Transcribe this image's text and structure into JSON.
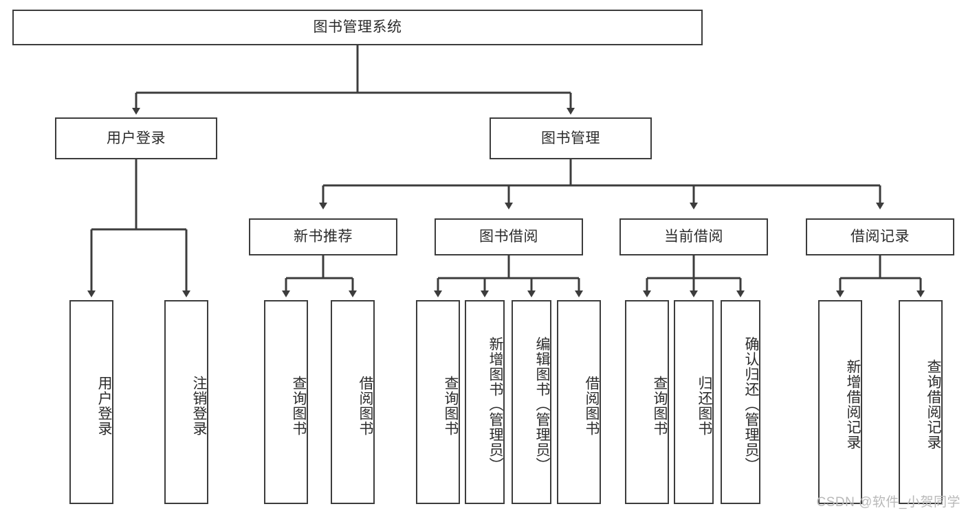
{
  "diagram": {
    "title": "图书管理系统",
    "type": "hierarchy-tree",
    "watermark": "CSDN @软件_小贺同学",
    "colors": {
      "box_border": "#3c3c3c",
      "box_fill": "#ffffff",
      "line": "#3c3c3c",
      "text": "#2b2b2b",
      "watermark": "#b9b9b9",
      "background": "#ffffff"
    },
    "root": {
      "label": "图书管理系统"
    },
    "level2": [
      {
        "label": "用户登录"
      },
      {
        "label": "图书管理"
      }
    ],
    "level3": [
      {
        "label": "新书推荐"
      },
      {
        "label": "图书借阅"
      },
      {
        "label": "当前借阅"
      },
      {
        "label": "借阅记录"
      }
    ],
    "leaves": {
      "user_login": [
        {
          "label": "用户登录"
        },
        {
          "label": "注销登录"
        }
      ],
      "new_book_recommend": [
        {
          "label": "查询图书"
        },
        {
          "label": "借阅图书"
        }
      ],
      "book_borrow": [
        {
          "label": "查询图书"
        },
        {
          "label": "新增图书（管理员）"
        },
        {
          "label": "编辑图书（管理员）"
        },
        {
          "label": "借阅图书"
        }
      ],
      "current_borrow": [
        {
          "label": "查询图书"
        },
        {
          "label": "归还图书"
        },
        {
          "label": "确认归还（管理员）"
        }
      ],
      "borrow_record": [
        {
          "label": "新增借阅记录"
        },
        {
          "label": "查询借阅记录"
        }
      ]
    }
  }
}
